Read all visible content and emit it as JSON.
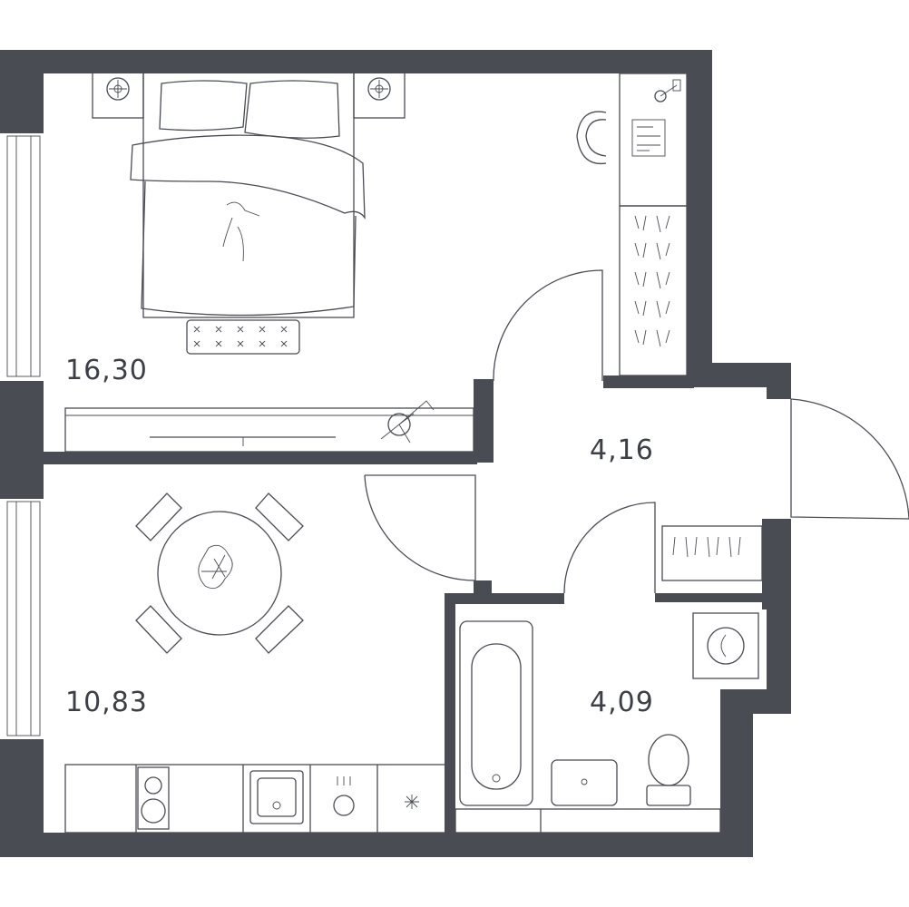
{
  "rooms": {
    "bedroom": {
      "area": "16,30"
    },
    "hall": {
      "area": "4,16"
    },
    "kitchen_living": {
      "area": "10,83"
    },
    "bathroom": {
      "area": "4,09"
    }
  },
  "colors": {
    "wall": "#4a4c54",
    "line": "#4a4c54",
    "background": "#ffffff"
  },
  "icons": [
    "bed-icon",
    "nightstand-lamp-icon",
    "desk-icon",
    "desk-chair-icon",
    "wardrobe-icon",
    "tv-unit-icon",
    "plant-icon",
    "dining-table-icon",
    "dining-chair-icon",
    "stove-icon",
    "oven-icon",
    "sink-icon",
    "bathtub-icon",
    "washbasin-icon",
    "toilet-icon",
    "washing-machine-icon",
    "rug-icon",
    "door-swing-icon"
  ]
}
